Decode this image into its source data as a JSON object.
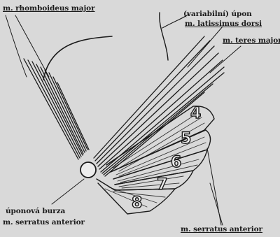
{
  "labels": {
    "rhomboideus": "m. rhomboideus major",
    "variabilni": "(variabilní) úpon",
    "latissimus": "m. latissimus dorsi",
    "teres": "m. teres major",
    "burza": "úponová burza",
    "serratus_left": "m. serratus anterior",
    "serratus_right": "m. serratus anterior"
  },
  "ribs": [
    "4",
    "5",
    "6",
    "7",
    "8"
  ]
}
